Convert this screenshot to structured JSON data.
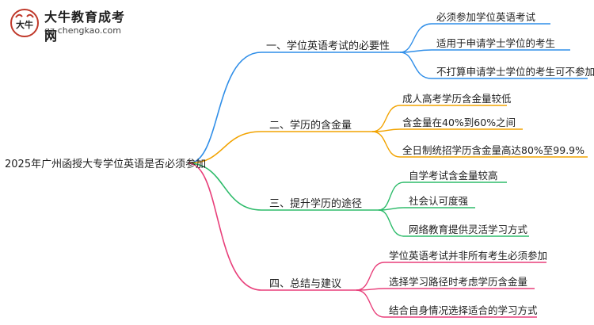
{
  "logo": {
    "name": "大牛教育成考网",
    "url": "gz-chengkao.com",
    "mark_text": "大牛"
  },
  "root": "2025年广州函授大专学位英语是否必须参加",
  "colors": {
    "blue": "#2f8ee8",
    "orange": "#f2a300",
    "green": "#2dbb6a",
    "pink": "#e83f7a"
  },
  "branches": [
    {
      "label": "一、学位英语考试的必要性",
      "leaves": [
        "必须参加学位英语考试",
        "适用于申请学士学位的考生",
        "不打算申请学士学位的考生可不参加"
      ]
    },
    {
      "label": "二、学历的含金量",
      "leaves": [
        "成人高考学历含金量较低",
        "含金量在40%到60%之间",
        "全日制统招学历含金量高达80%至99.9%"
      ]
    },
    {
      "label": "三、提升学历的途径",
      "leaves": [
        "自学考试含金量较高",
        "社会认可度强",
        "网络教育提供灵活学习方式"
      ]
    },
    {
      "label": "四、总结与建议",
      "leaves": [
        "学位英语考试并非所有考生必须参加",
        "选择学习路径时考虑学历含金量",
        "结合自身情况选择适合的学习方式"
      ]
    }
  ]
}
